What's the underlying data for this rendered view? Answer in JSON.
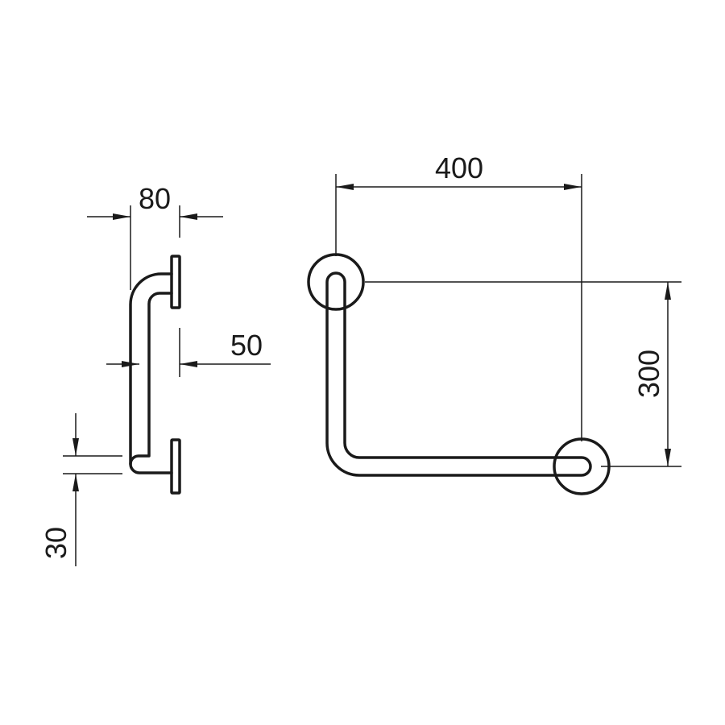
{
  "dimensions": {
    "side_width": "80",
    "wall_offset": "50",
    "tube_diameter": "30",
    "front_width": "400",
    "front_height": "300"
  },
  "colors": {
    "line": "#1a1a1a",
    "background": "#ffffff"
  }
}
